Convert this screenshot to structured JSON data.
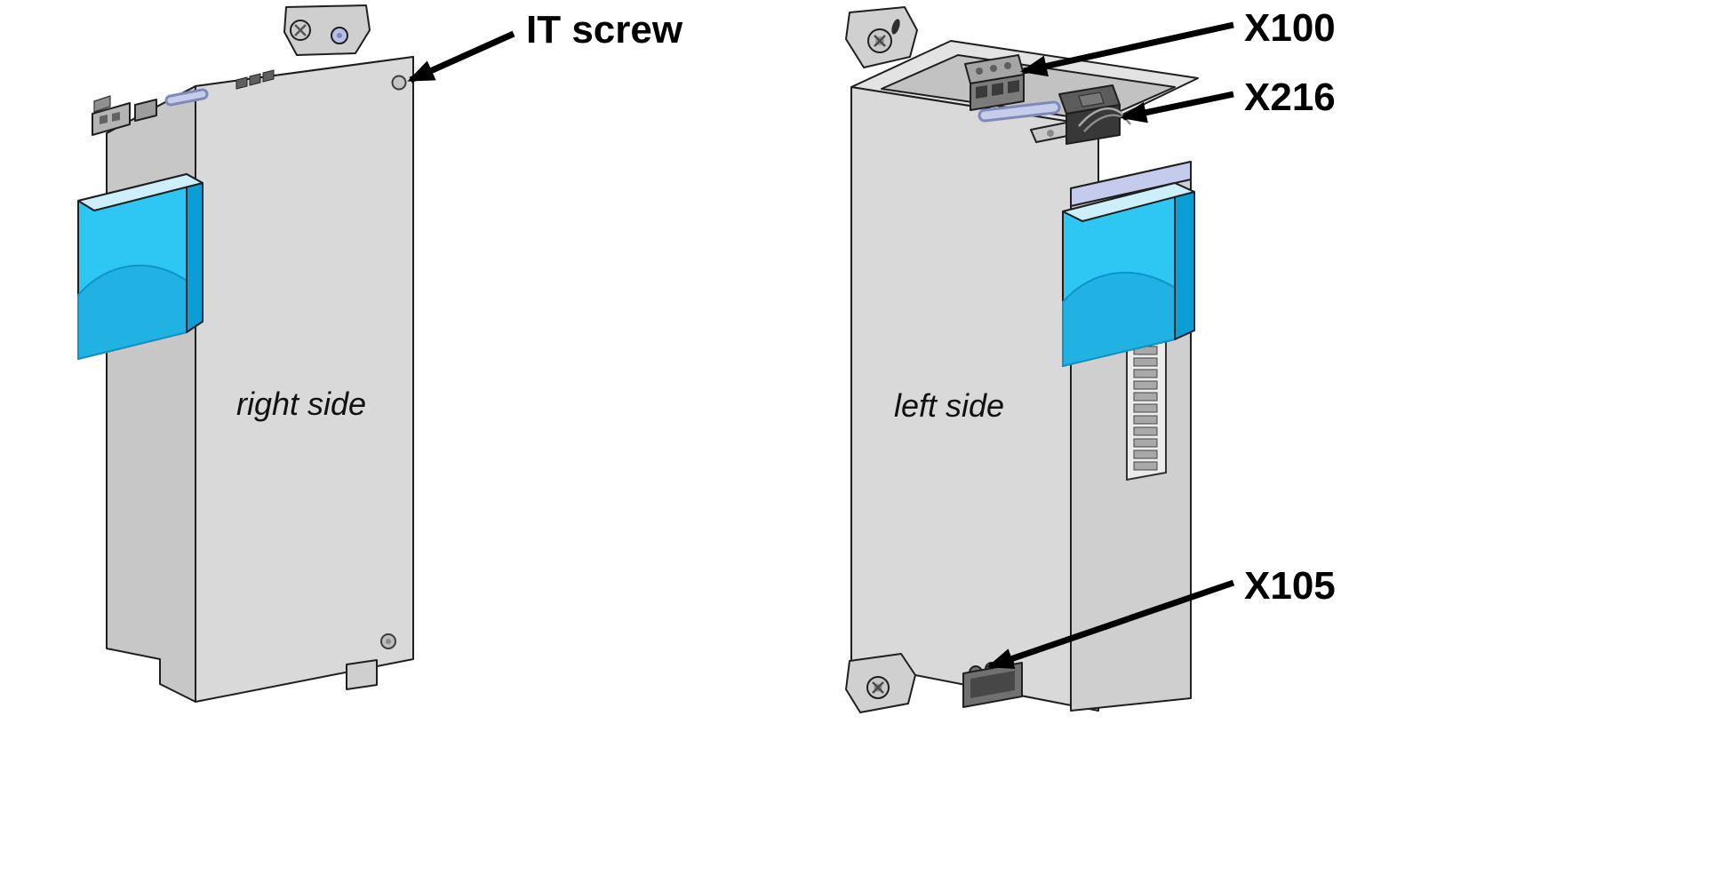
{
  "figure": {
    "views": {
      "right_view": {
        "caption": "right side",
        "callouts": {
          "it_screw": "IT screw"
        }
      },
      "left_view": {
        "caption": "left side",
        "callouts": {
          "x100": "X100",
          "x216": "X216",
          "x105": "X105"
        }
      }
    },
    "colors": {
      "background": "#ffffff",
      "outline": "#1f1f1f",
      "body": "#d9d9d9",
      "body_shade": "#c7c7c7",
      "body_top": "#e3e3e3",
      "column": "#cfcfcf",
      "cyan_front": "#2ec6f2",
      "cyan_dark": "#0b9ed6",
      "cyan_top": "#cdeffb",
      "lavender": "#c4cbec",
      "label_color": "#000000"
    }
  }
}
